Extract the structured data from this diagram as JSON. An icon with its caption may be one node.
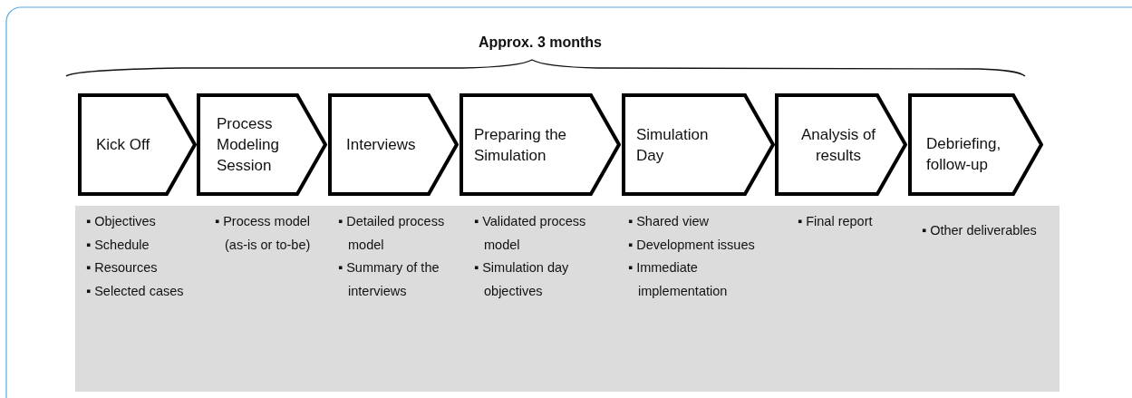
{
  "diagram": {
    "nodes": [
      {
        "text": [
          "Kick Off"
        ],
        "beside": [
          "▪ Objectives",
          "▪ Schedule",
          "▪ Resources",
          "▪ Selected cases"
        ]
      },
      {
        "text": [
          "Process Modeling Session"
        ],
        "beside": [
          "▪ Process model (as-is or to-be)"
        ]
      },
      {
        "text": [
          "Interviews"
        ],
        "beside": [
          "▪ Detailed process model",
          "▪ Summary of the interviews"
        ]
      },
      {
        "text": [
          "Preparing the Simulation"
        ],
        "beside": [
          "▪ Validated process model",
          "▪ Simulation day objectives"
        ]
      },
      {
        "text": [
          "Simulation Day"
        ],
        "beside": [
          "▪ Shared view",
          "▪ Development issues",
          "▪ Immediate implementation"
        ]
      },
      {
        "text": [
          "Analysis of results"
        ],
        "beside": [
          "▪ Final report"
        ]
      },
      {
        "text": [
          "Debriefing, follow-up"
        ],
        "beside": [
          "▪ Other deliverables"
        ]
      }
    ],
    "labels": [
      "Approx. 3 months"
    ]
  }
}
